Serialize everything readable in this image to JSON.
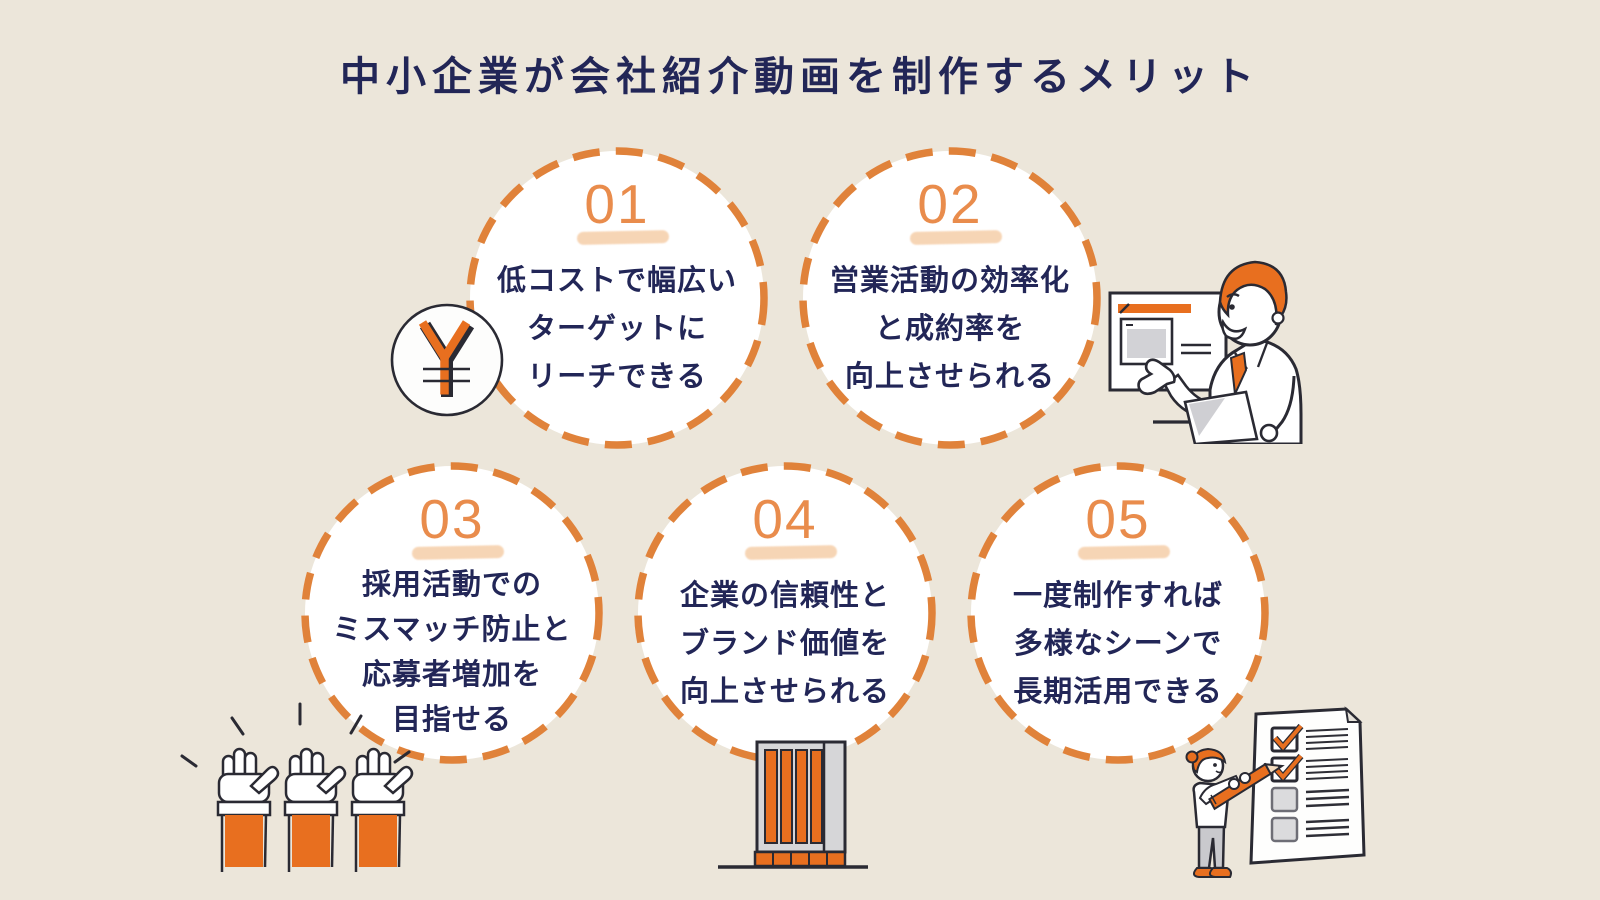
{
  "page": {
    "background_color": "#ECE6DA"
  },
  "title": {
    "text": "中小企業が会社紹介動画を制作するメリット",
    "color": "#222657"
  },
  "theme": {
    "dash_orange": "#E0823A",
    "deep_orange": "#E86F1F",
    "number_orange": "#E98C4C",
    "highlight_peach": "#F5CBA3",
    "navy_text": "#222657",
    "circle_fill": "#FFFFFF",
    "outline_dark": "#2A2A33",
    "gray_fill": "#D6D6D8"
  },
  "circles": [
    {
      "number": "01",
      "lines": [
        "低コストで幅広い",
        "ターゲットに",
        "リーチできる"
      ]
    },
    {
      "number": "02",
      "lines": [
        "営業活動の効率化",
        "と成約率を",
        "向上させられる"
      ]
    },
    {
      "number": "03",
      "lines": [
        "採用活動での",
        "ミスマッチ防止と",
        "応募者増加を",
        "目指せる"
      ]
    },
    {
      "number": "04",
      "lines": [
        "企業の信頼性と",
        "ブランド価値を",
        "向上させられる"
      ]
    },
    {
      "number": "05",
      "lines": [
        "一度制作すれば",
        "多様なシーンで",
        "長期活用できる"
      ]
    }
  ],
  "illustrations": [
    {
      "name": "yen-coin-icon"
    },
    {
      "name": "presenter-illustration"
    },
    {
      "name": "raised-hands-icon"
    },
    {
      "name": "building-icon"
    },
    {
      "name": "checklist-person-illustration"
    }
  ]
}
